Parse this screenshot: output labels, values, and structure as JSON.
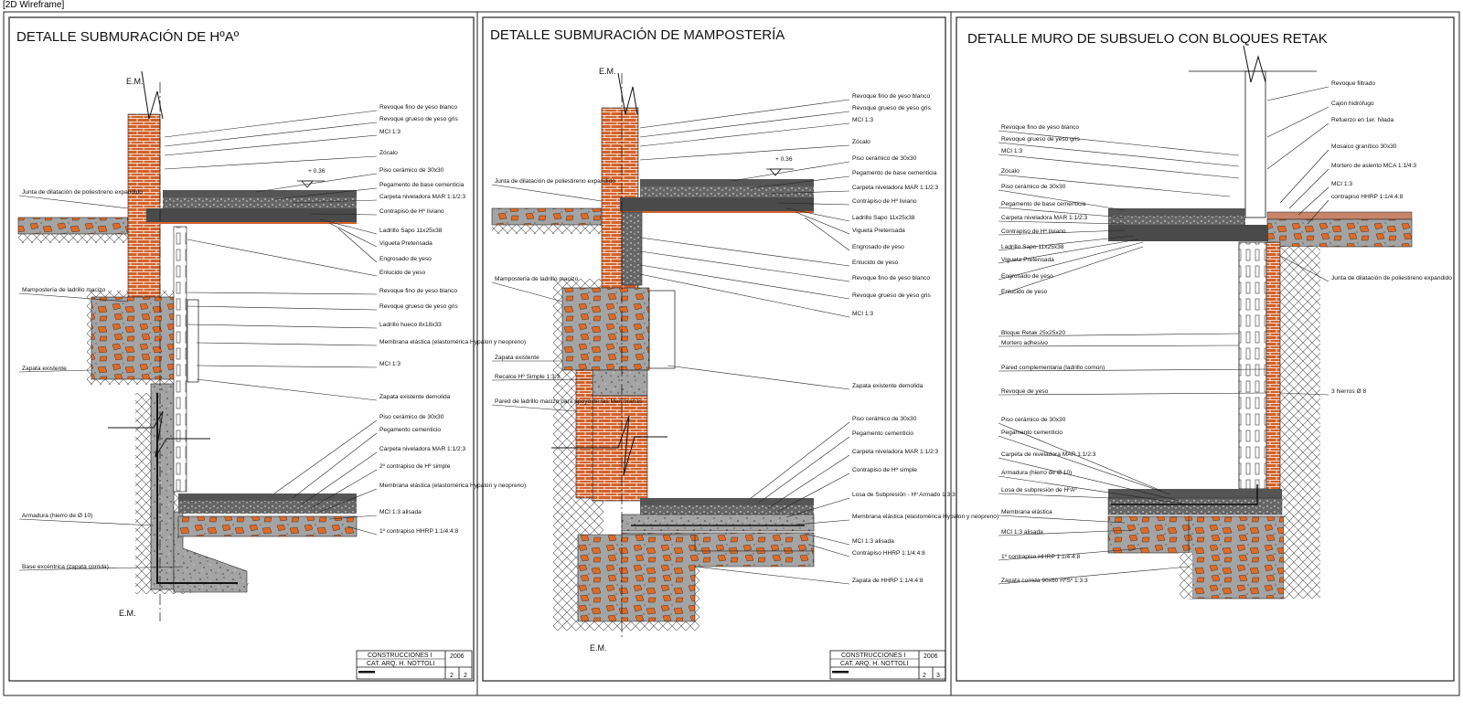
{
  "viewport_label": "[2D Wireframe]",
  "colors": {
    "brick": "#d2622a",
    "concrete": "#9a9a9a",
    "stone": "#e06a25",
    "dark": "#3a3a3a",
    "line": "#111111"
  },
  "sheets": [
    {
      "title": "DETALLE SUBMURACIÓN DE HºAº",
      "em_top": "E.M.",
      "em_bottom": "E.M.",
      "level": "+ 0.36",
      "right_labels": [
        "Revoque fino de yeso blanco",
        "Revoque grueso de yeso gris",
        "MCI 1:3",
        "Zócalo",
        "Piso cerámico de 30x30",
        "Pegamento de base cementicia",
        "Carpeta niveladora MAR 1:1/2:3",
        "Contrapiso de Hº liviano",
        "Ladrillo Sapo 11x25x38",
        "Vigueta Pretensada",
        "Engrosado de yeso",
        "Enlucido de yeso",
        "Revoque fino de yeso blanco",
        "Revoque grueso de yeso gris",
        "Ladrillo hueco 8x18x33",
        "Membrana elástica (elastomérica Hypalon y neopreno)",
        "MCI 1:3",
        "Zapata existente demolida",
        "Piso cerámico de 30x30",
        "Pegamento cementicio",
        "Carpeta niveladora MAR 1:1/2:3",
        "2º contrapiso de Hº simple",
        "Membrana elástica (elastomérica Hypalon y neopreno)",
        "MCI 1:3 alisada",
        "1º contrapiso HHRP 1:1/4:4:8"
      ],
      "left_labels": [
        "Junta de dilatación de poliestireno expandido",
        "Mampostería de ladrillo macizo",
        "Zapata existente",
        "Armadura (hierro de Ø 10)",
        "Base excéntrica (zapata corrida)"
      ],
      "titleblock": {
        "institution": "CONSTRUCCIONES I",
        "author": "CAT. ARQ. H. NOTTOLI",
        "year": "2006",
        "sheet": "2",
        "total": "2"
      }
    },
    {
      "title": "DETALLE SUBMURACIÓN DE MAMPOSTERÍA",
      "em_top": "E.M.",
      "em_bottom": "E.M.",
      "level": "+ 0.36",
      "right_labels": [
        "Revoque fino de yeso blanco",
        "Revoque grueso de yeso gris",
        "MCI 1:3",
        "Zócalo",
        "Piso cerámico de 30x30",
        "Pegamento de base cementicia",
        "Carpeta niveladora MAR 1:1/2:3",
        "Contrapiso de Hº liviano",
        "Ladrillo Sapo 11x25x38",
        "Vigueta Pretensada",
        "Engrosado de yeso",
        "Enlucido de yeso",
        "Revoque fino de yeso blanco",
        "Revoque grueso de yeso gris",
        "MCI 1:3",
        "Zapata existente demolida",
        "Piso cerámico de 30x30",
        "Pegamento cementicio",
        "Carpeta niveladora MAR 1:1/2:3",
        "Contrapiso de Hº simple",
        "Losa de Subpresión - Hº Armado 1:3:3",
        "Membrana elástica (elastomérica Hypalon y neopreno)",
        "MCI 1:3 alisada",
        "Contrapiso HHRP 1:1/4:4:8",
        "Zapata de HHRP 1:1/4:4:8"
      ],
      "left_labels": [
        "Junta de dilatación de poliestireno expandido",
        "Mampostería de ladrillo macizo",
        "Zapata existente",
        "Recalce Hº Simple 1:3:3",
        "Pared de ladrillo macizo para apoyo de las Membranas"
      ],
      "titleblock": {
        "institution": "CONSTRUCCIONES I",
        "author": "CAT. ARQ. H. NOTTOLI",
        "year": "2006",
        "sheet": "2",
        "total": "3"
      }
    },
    {
      "title": "DETALLE MURO DE SUBSUELO CON BLOQUES RETAK",
      "right_labels": [
        "Revoque filtrado",
        "Cajón hidrófugo",
        "Refuerzo en 1er. hilada",
        "Mosaico granítico 30x30",
        "Mortero de asiento MCA 1:1/4:3",
        "MCI 1:3",
        "contrapiso HHRP 1:1/4:4:8",
        "Junta de dilatación de poliestireno expandido",
        "3 hierros Ø 8"
      ],
      "left_labels": [
        "Revoque fino de yeso blanco",
        "Revoque grueso de yeso gris",
        "MCI 1:3",
        "Zócalo",
        "Piso cerámico de 30x30",
        "Pegamento de base cementicia",
        "Carpeta niveladora MAR 1:1/2:3",
        "Contrapiso de Hº liviano",
        "Ladrillo Sapo 11x25x38",
        "Vigueta Pretensada",
        "Engrosado de yeso",
        "Enlucido de yeso",
        "Bloque Retak 25x25x20",
        "Mortero adhesivo",
        "Pared complementaria (ladrillo común)",
        "Revoque de yeso",
        "Piso cerámico de 30x30",
        "Pegamento cementicio",
        "Carpeta de niveladora MAR 1:1/2:3",
        "Armadura (hierro de Ø 10)",
        "Losa de subpresión de HºAº",
        "Membrana elástica",
        "MCI 1:3 alisada",
        "1º contrapiso HHRP 1:1/4:4:8",
        "Zapata corrida 90x60 HºSº 1:3:3"
      ]
    }
  ]
}
